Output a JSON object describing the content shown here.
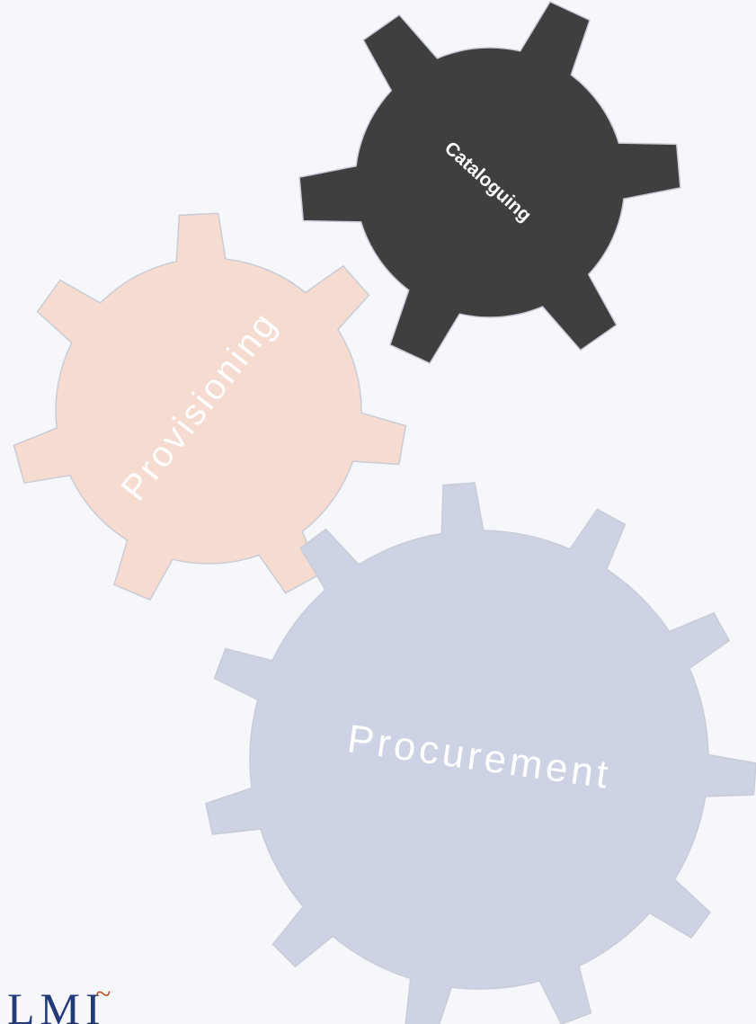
{
  "diagram": {
    "gears": [
      {
        "id": "cataloguing",
        "label": "Cataloguing",
        "color": "#3f3f3f"
      },
      {
        "id": "provisioning",
        "label": "Provisioning",
        "color": "#f6dbd1"
      },
      {
        "id": "procurement",
        "label": "Procurement",
        "color": "#cdd3e4"
      }
    ]
  },
  "logo": {
    "text": "LMI",
    "accent": "~",
    "colors": {
      "text": "#233a7a",
      "accent": "#b5522f"
    }
  },
  "colors": {
    "background": "#f5f7fb",
    "gear_outline": "#c9ccd6"
  }
}
